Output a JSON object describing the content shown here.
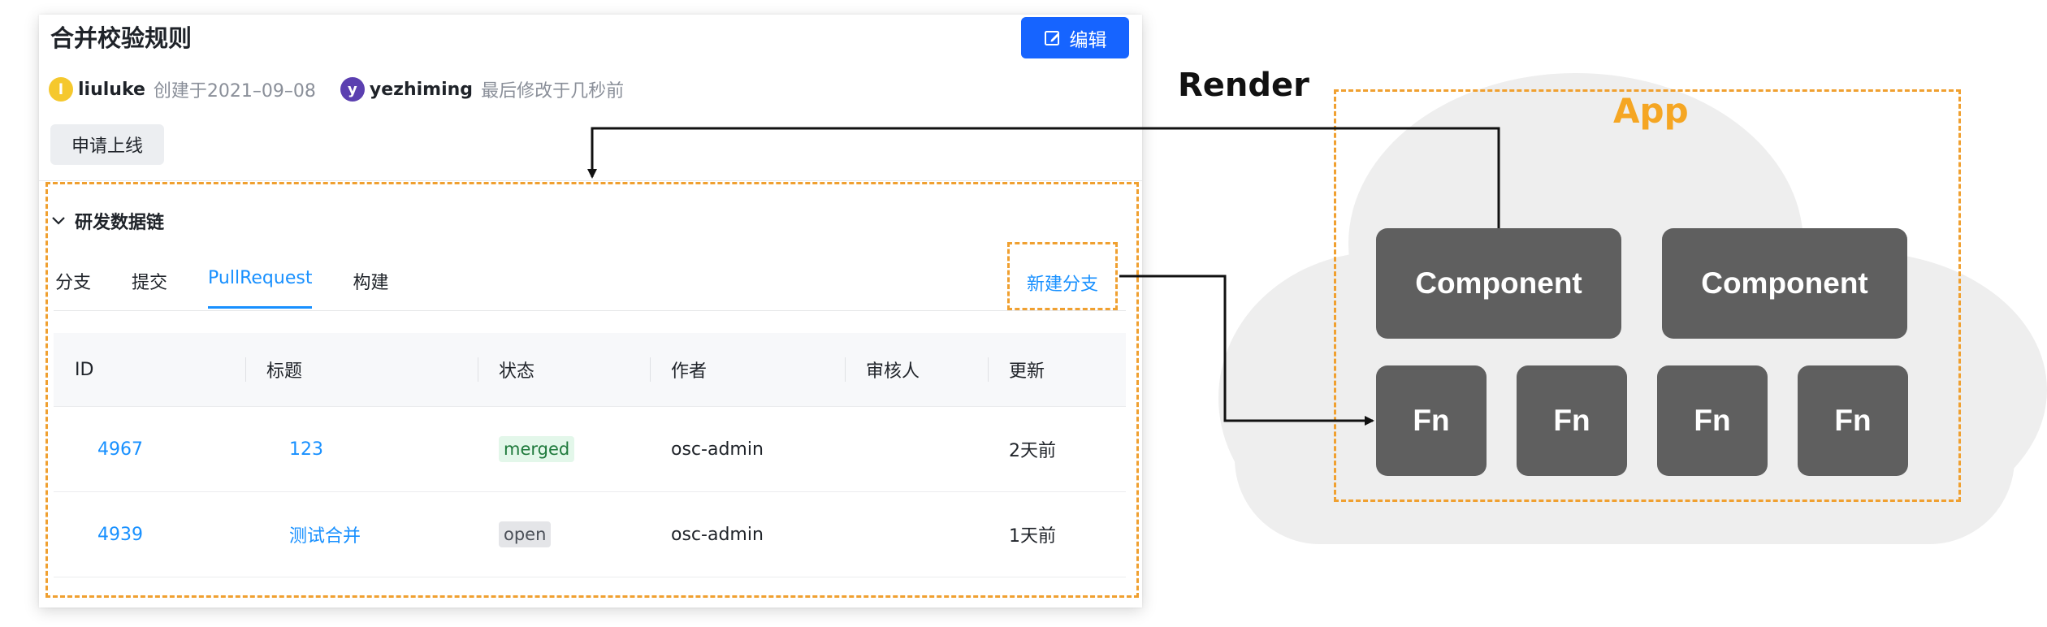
{
  "card": {
    "title": "合并校验规则",
    "edit_label": "编辑",
    "creator": {
      "avatar": "l",
      "name": "liuluke",
      "text": "创建于2021–09–08"
    },
    "modifier": {
      "avatar": "y",
      "name": "yezhiming",
      "text": "最后修改于几秒前"
    },
    "online_button": "申请上线",
    "section_title": "研发数据链",
    "tabs": [
      {
        "label": "分支",
        "active": false
      },
      {
        "label": "提交",
        "active": false
      },
      {
        "label": "PullRequest",
        "active": true
      },
      {
        "label": "构建",
        "active": false
      }
    ],
    "new_branch": "新建分支",
    "table": {
      "headers": [
        "ID",
        "标题",
        "状态",
        "作者",
        "审核人",
        "更新"
      ],
      "rows": [
        {
          "id": "4967",
          "title": "123",
          "status": "merged",
          "author": "osc-admin",
          "reviewer": "",
          "updated": "2天前"
        },
        {
          "id": "4939",
          "title": "测试合并",
          "status": "open",
          "author": "osc-admin",
          "reviewer": "",
          "updated": "1天前"
        }
      ]
    }
  },
  "diagram": {
    "render_label": "Render",
    "app_label": "App",
    "components": [
      "Component",
      "Component"
    ],
    "functions": [
      "Fn",
      "Fn",
      "Fn",
      "Fn"
    ]
  },
  "colors": {
    "accent": "#1664ff",
    "link": "#1890ff",
    "dashed_outline": "#f0a030",
    "app_label": "#f5a623",
    "node_fill": "#5f5f5f",
    "cloud_fill": "#eeeeee"
  }
}
